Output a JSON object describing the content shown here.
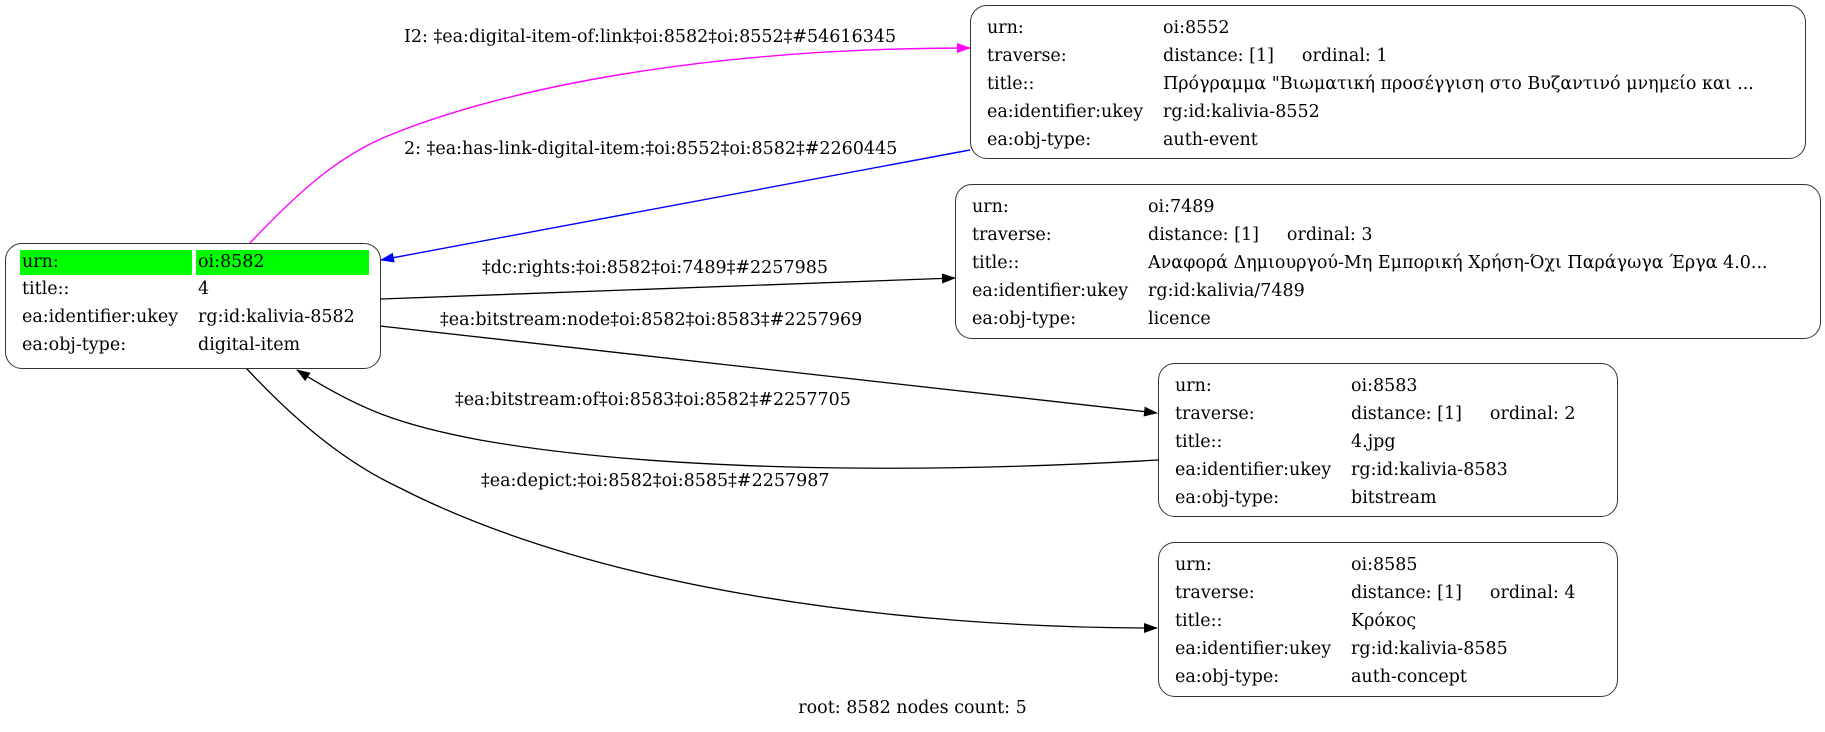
{
  "root_node": {
    "rows": [
      {
        "key": "urn:",
        "value": "oi:8582",
        "highlight": true
      },
      {
        "key": "title::",
        "value": "4"
      },
      {
        "key": "ea:identifier:ukey",
        "value": "rg:id:kalivia-8582"
      },
      {
        "key": "ea:obj-type:",
        "value": "digital-item"
      }
    ],
    "highlight_color": "#00ff00"
  },
  "nodes": [
    {
      "urn": "oi:8552",
      "distance": "distance: [1]",
      "ordinal": "ordinal: 1",
      "title": "Πρόγραμμα \"Βιωματική προσέγγιση στο Βυζαντινό μνημείο και ...",
      "ukey": "rg:id:kalivia-8552",
      "obj_type": "auth-event"
    },
    {
      "urn": "oi:7489",
      "distance": "distance: [1]",
      "ordinal": "ordinal: 3",
      "title": "Αναφορά Δημιουργού-Μη Εμπορική Χρήση-Όχι Παράγωγα Έργα 4.0...",
      "ukey": "rg:id:kalivia/7489",
      "obj_type": "licence"
    },
    {
      "urn": "oi:8583",
      "distance": "distance: [1]",
      "ordinal": "ordinal: 2",
      "title": "4.jpg",
      "ukey": "rg:id:kalivia-8583",
      "obj_type": "bitstream"
    },
    {
      "urn": "oi:8585",
      "distance": "distance: [1]",
      "ordinal": "ordinal: 4",
      "title": "Κρόκος",
      "ukey": "rg:id:kalivia-8585",
      "obj_type": "auth-concept"
    }
  ],
  "row_labels": {
    "urn": "urn:",
    "traverse": "traverse:",
    "title": "title::",
    "ukey": "ea:identifier:ukey",
    "obj_type": "ea:obj-type:"
  },
  "edges": [
    {
      "label": "I2: ‡ea:digital-item-of:link‡oi:8582‡oi:8552‡#54616345",
      "from": "oi:8582",
      "to": "oi:8552",
      "color": "#ff00ff"
    },
    {
      "label": "2: ‡ea:has-link-digital-item:‡oi:8552‡oi:8582‡#2260445",
      "from": "oi:8552",
      "to": "oi:8582",
      "color": "#0000ff"
    },
    {
      "label": "‡dc:rights:‡oi:8582‡oi:7489‡#2257985",
      "from": "oi:8582",
      "to": "oi:7489",
      "color": "#000000"
    },
    {
      "label": "‡ea:bitstream:node‡oi:8582‡oi:8583‡#2257969",
      "from": "oi:8582",
      "to": "oi:8583",
      "color": "#000000"
    },
    {
      "label": "‡ea:bitstream:of‡oi:8583‡oi:8582‡#2257705",
      "from": "oi:8583",
      "to": "oi:8582",
      "color": "#000000"
    },
    {
      "label": "‡ea:depict:‡oi:8582‡oi:8585‡#2257987",
      "from": "oi:8582",
      "to": "oi:8585",
      "color": "#000000"
    }
  ],
  "footer": "root: 8582 nodes count: 5"
}
